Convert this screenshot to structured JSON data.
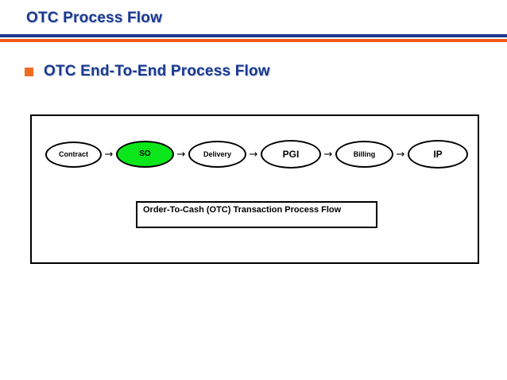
{
  "slide": {
    "title": "OTC Process Flow",
    "heading": "OTC End-To-End Process Flow",
    "bullet_glyph": "orange-square-bullet"
  },
  "theme": {
    "title_color": "#1b3a8f",
    "rule_blue": "#1b3a8f",
    "rule_orange": "#ec5a13",
    "bullet_color": "#ef6c20",
    "highlight_fill": "#0ae619",
    "node_border": "#000000"
  },
  "diagram": {
    "caption": "Order-To-Cash (OTC) Transaction Process Flow",
    "arrow_glyph": "→",
    "nodes": [
      {
        "label": "Contract",
        "size": "sm",
        "highlighted": false
      },
      {
        "label": "SO",
        "size": "md",
        "highlighted": true
      },
      {
        "label": "Delivery",
        "size": "md",
        "highlighted": false
      },
      {
        "label": "PGI",
        "size": "lg",
        "highlighted": false
      },
      {
        "label": "Billing",
        "size": "md",
        "highlighted": false
      },
      {
        "label": "IP",
        "size": "lg",
        "highlighted": false
      }
    ]
  }
}
